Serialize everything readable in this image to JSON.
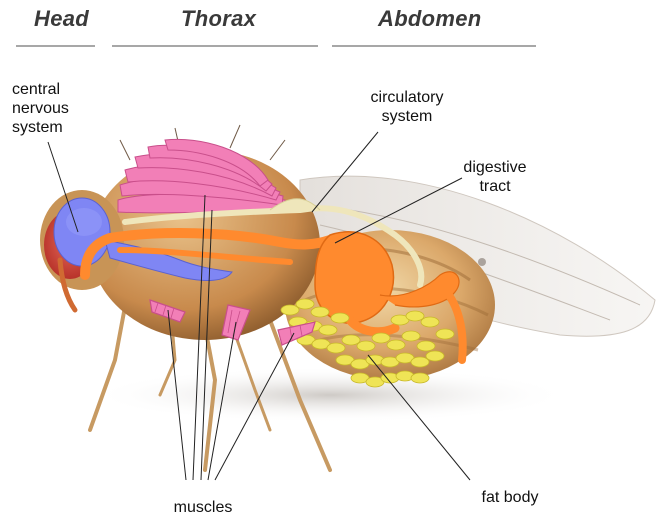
{
  "sections": {
    "head": "Head",
    "thorax": "Thorax",
    "abdomen": "Abdomen"
  },
  "labels": {
    "cns_line1": "central",
    "cns_line2": "nervous",
    "cns_line3": "system",
    "circ_line1": "circulatory",
    "circ_line2": "system",
    "dig_line1": "digestive",
    "dig_line2": "tract",
    "fat_body": "fat body",
    "muscles": "muscles"
  },
  "colors": {
    "nervous_system": "#7f86f4",
    "muscles": "#f27fb7",
    "circulatory": "#efe6bb",
    "digestive": "#ff8a2e",
    "fat_body": "#efe456"
  }
}
